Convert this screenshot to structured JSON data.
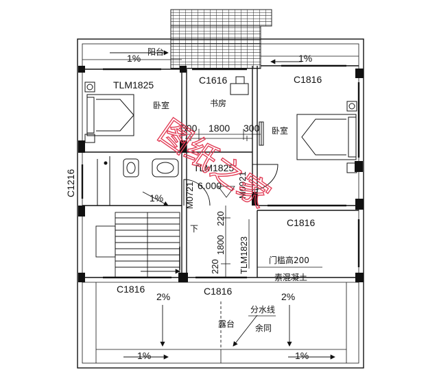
{
  "rooms": {
    "balcony": "阳台",
    "bedroom_left": "卧室",
    "study": "书房",
    "bedroom_right": "卧室",
    "terrace": "露台",
    "down_stair": "下"
  },
  "windows": {
    "w_c1616": "C1616",
    "w_c1816_top": "C1816",
    "w_c1816_mid": "C1816",
    "w_c1816_bl": "C1816",
    "w_c1816_bm": "C1816",
    "w_c1216": "C1216",
    "d_tlm1825_top": "TLM1825",
    "d_tlm1825_mid": "TLM1825",
    "d_tlm1823": "TLM1823",
    "d_m0721": "M0721",
    "d_m0921": "M0921"
  },
  "dimensions": {
    "d300a": "300",
    "d1800": "1800",
    "d300b": "300",
    "d220a": "220",
    "d1800v": "1800",
    "d220b": "220",
    "elev": "6.000"
  },
  "slopes": {
    "s1": "1%",
    "s2": "1%",
    "s3": "1%",
    "s4": "2%",
    "s5": "2%",
    "s6": "1%",
    "s7": "1%"
  },
  "notes": {
    "threshold": "门槛高200",
    "concrete": "素混凝土",
    "divide_line": "分水线",
    "remainder": "余同"
  },
  "watermark": "图纸之家"
}
